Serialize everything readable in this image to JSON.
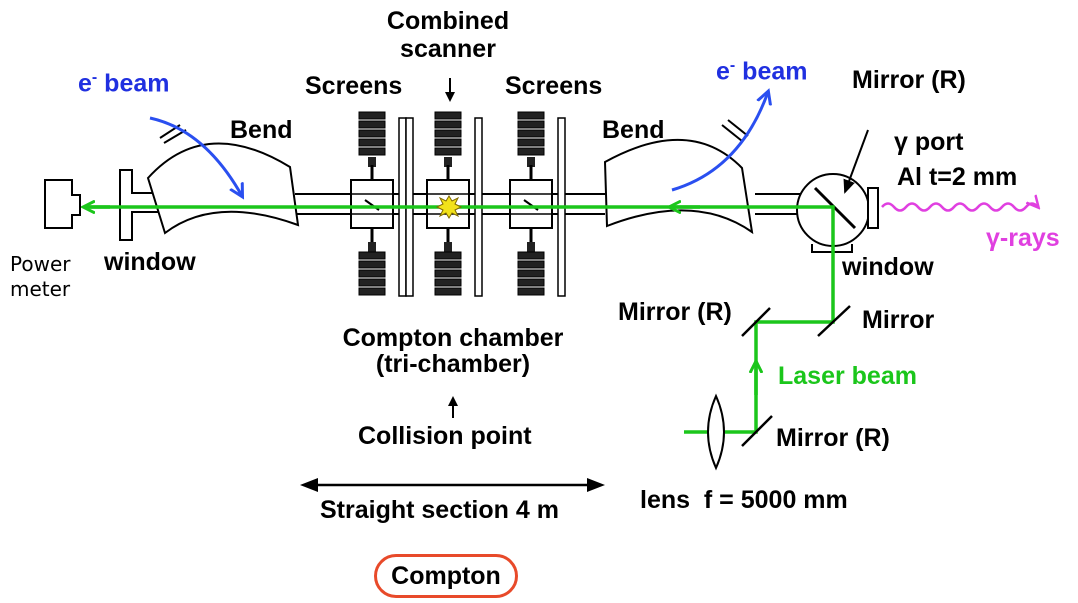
{
  "labels": {
    "combined_scanner": "Combined\nscanner",
    "screens_left": "Screens",
    "screens_right": "Screens",
    "ebeam_left_base": "e",
    "ebeam_left_sup": "-",
    "ebeam_left_rest": " beam",
    "ebeam_right_base": "e",
    "ebeam_right_sup": "-",
    "ebeam_right_rest": " beam",
    "bend_left": "Bend",
    "bend_right": "Bend",
    "mirror_r_top": "Mirror (R)",
    "gamma_port": "γ port",
    "al_thickness": "Al t=2 mm",
    "gamma_rays": "γ-rays",
    "power_meter": "Power\nmeter",
    "window_left": "window",
    "window_right": "window",
    "mirror_r_mid": "Mirror (R)",
    "mirror_mid": "Mirror",
    "laser_beam": "Laser beam",
    "mirror_r_low": "Mirror (R)",
    "lens": "lens  f = 5000 mm",
    "compton_chamber": "Compton chamber\n(tri-chamber)",
    "collision_point": "Collision point",
    "straight_section": "Straight section 4 m",
    "compton_badge": "Compton"
  },
  "colors": {
    "electron_beam": "#2a4ff0",
    "laser": "#1bc61b",
    "gamma": "#e040e0",
    "badge_border": "#e84a2a",
    "spark": "#f2e21a"
  }
}
